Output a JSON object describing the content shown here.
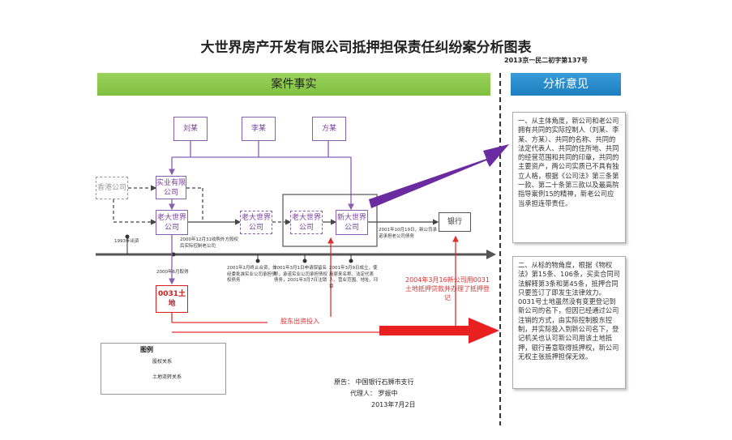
{
  "title": "大世界房产开发有限公司抵押担保责任纠纷案分析图表",
  "case_number": "2013京一民二初字第137号",
  "section_facts": "案件事实",
  "section_analysis": "分析意见",
  "nodes": {
    "liu": "刘某",
    "li": "李某",
    "fang": "方某",
    "hongkong": "香港公司",
    "shiye": "实业有限公司",
    "old_a": "老大世界公司",
    "old_b": "老大世界公司",
    "old_c": "老大世界公司",
    "new_co": "新大世界公司",
    "bank": "银行",
    "land": "0031土地"
  },
  "notes": {
    "n1993": "1993年出资",
    "n2000dec": "2000年12月31收购外方股权后实际控制老公司",
    "n2000jun": "2000年6月取得",
    "n2001feb": "2001年2月终止合资，外经委批准实业公司承担债权债务",
    "n2001mar1": "2001年3月1日申请保留名称，承诺实业公司承担债权债务，2001年3月7日注销",
    "n2001mar9": "2001年3月9日成立，使用原来名称、法定代表人、营业范围、地址、印章",
    "n2001oct": "2001年10月19日，新公司承诺承担老公司债务",
    "mortgage": "2004年3月16新公司用0031土地抵押贷款并办理了抵押登记",
    "contribution": "股东出资投入"
  },
  "analysis": {
    "panel1": "一、从主体角度，新公司和老公司拥有共同的实际控制人（刘某、李某、方某）、共同的名称、共同的法定代表人、共同的住所地、共同的经营范围和共同的印章，共同的主要资产，两公司实质已不具有独立人格，根据《公司法》第三条第一款、第二十条第三款以及最高院指导案例15的精神，新老公司应当承担连带责任。",
    "panel2": "二、从标的物角度，根据《物权法》第15条、106条，买卖合同司法解释第3条和第45条，抵押合同只要签订了即发生法律效力。0031号土地虽然没有变更登记到新公司的名下，但因已经通过公司注销的方式，由实际控制股东控制，并实际投入到新公司名下，登记机关也认可新公司用该土地抵押，银行善意取得抵押权，新公司无权主张抵押担保无效。"
  },
  "legend": {
    "title": "图例",
    "equity": "股权关系",
    "land": "土地流转关系"
  },
  "footer": {
    "plaintiff": "原告：  中国银行石狮市支行",
    "agent": "代理人：  罗振中",
    "date": "2013年7月2日"
  },
  "colors": {
    "facts_bar": "#8ac84a",
    "analysis_bar": "#2a8ccc",
    "equity": "#8a5fb0",
    "land": "#e03030",
    "arrow_purple": "#6a2aa0",
    "arrow_red": "#e82020"
  }
}
